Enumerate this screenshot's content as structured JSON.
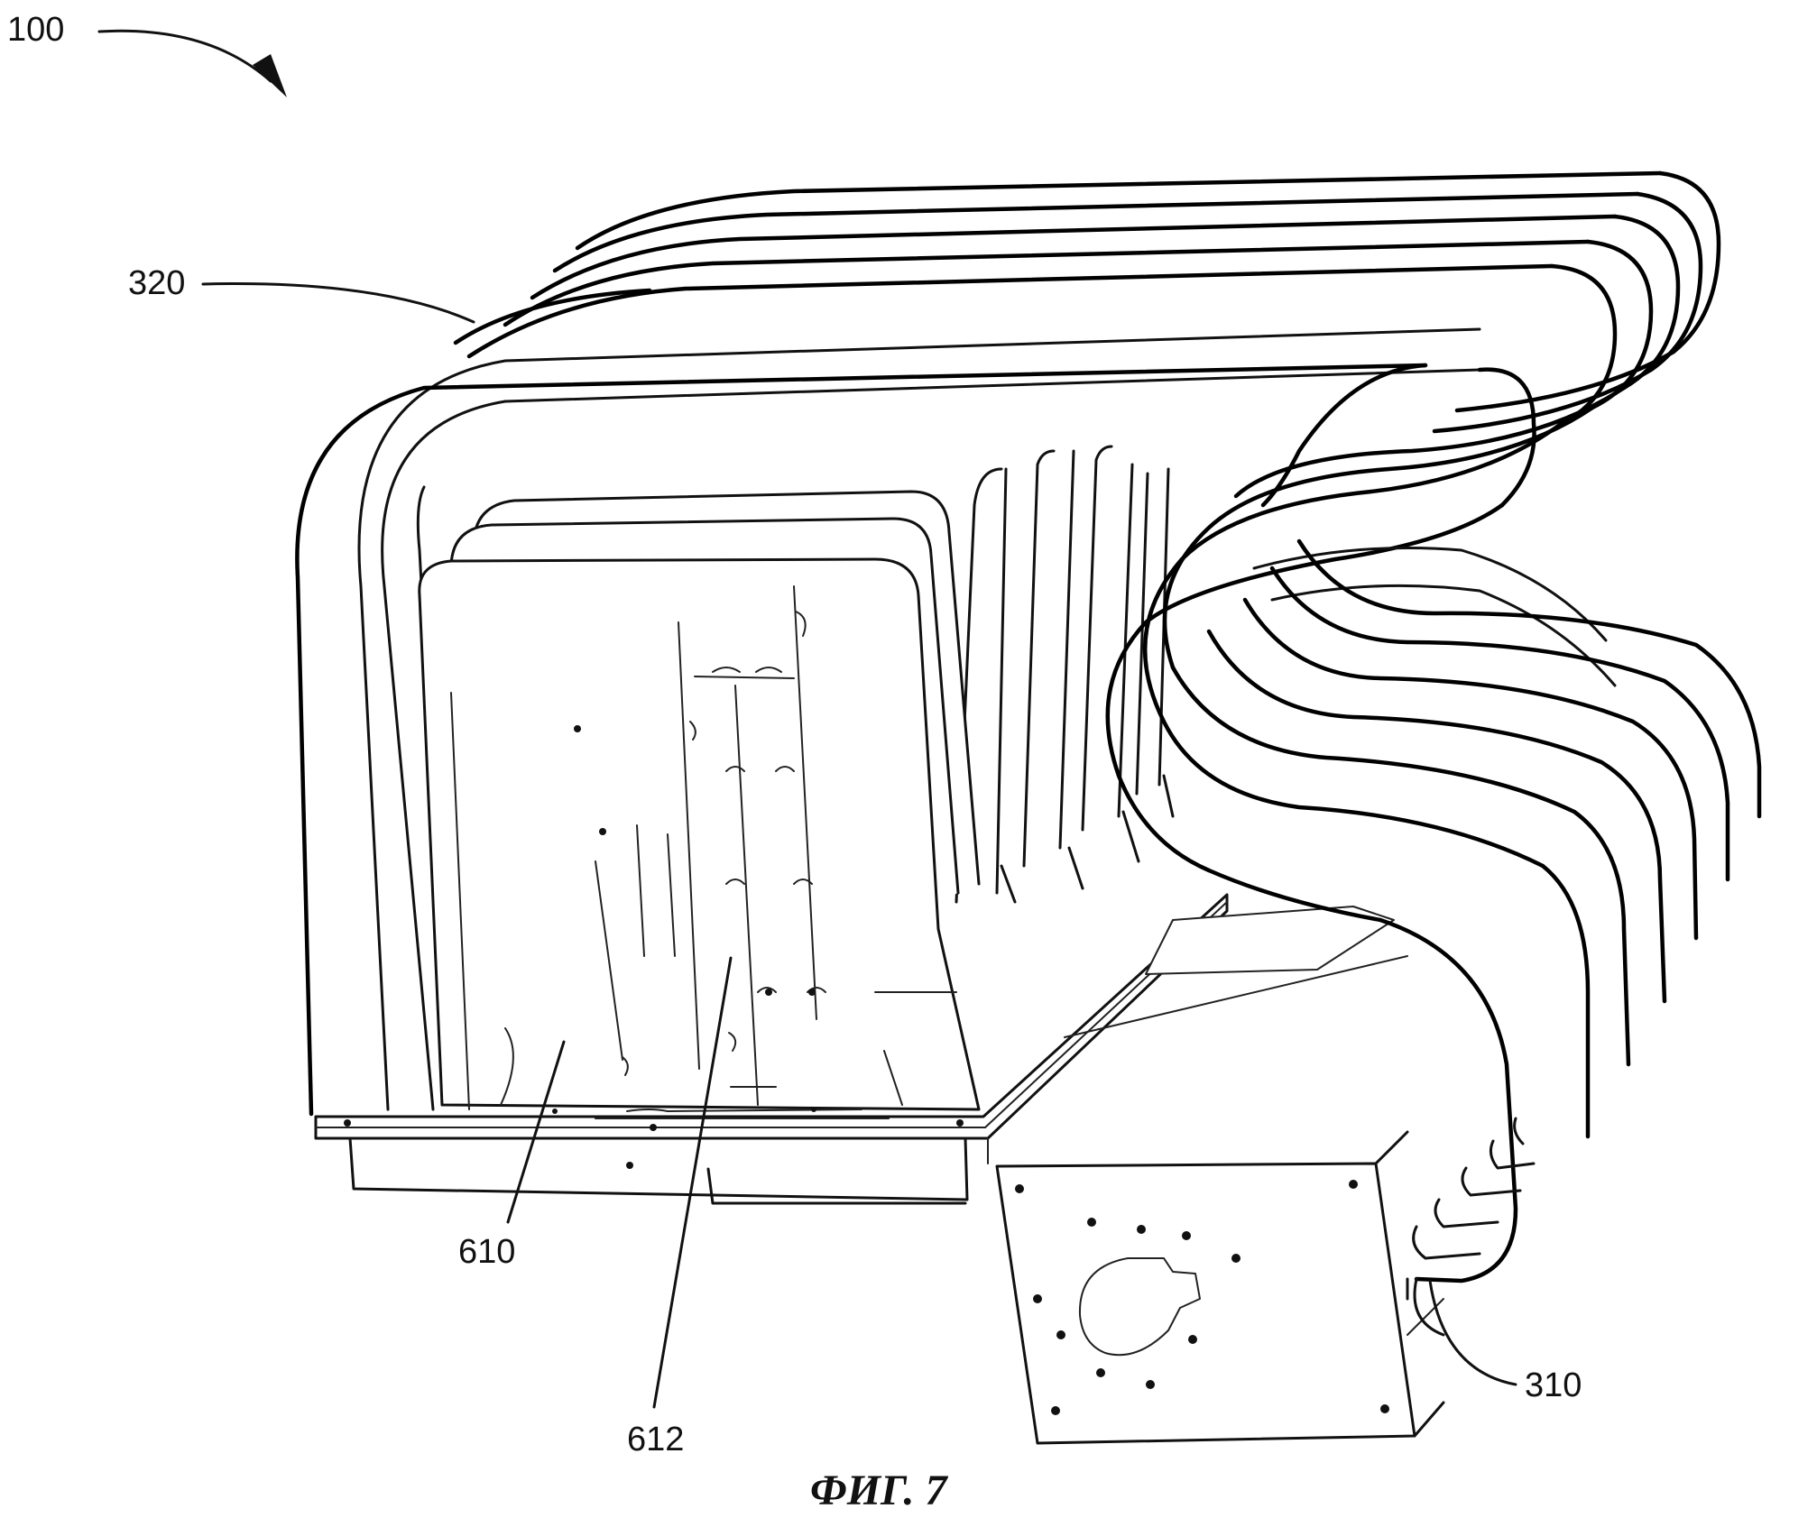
{
  "figure": {
    "caption": "ФИГ. 7",
    "labels": {
      "assembly": "100",
      "tubes_upper": "320",
      "tubes_lower": "310",
      "panel": "610",
      "panel_feature": "612"
    }
  }
}
